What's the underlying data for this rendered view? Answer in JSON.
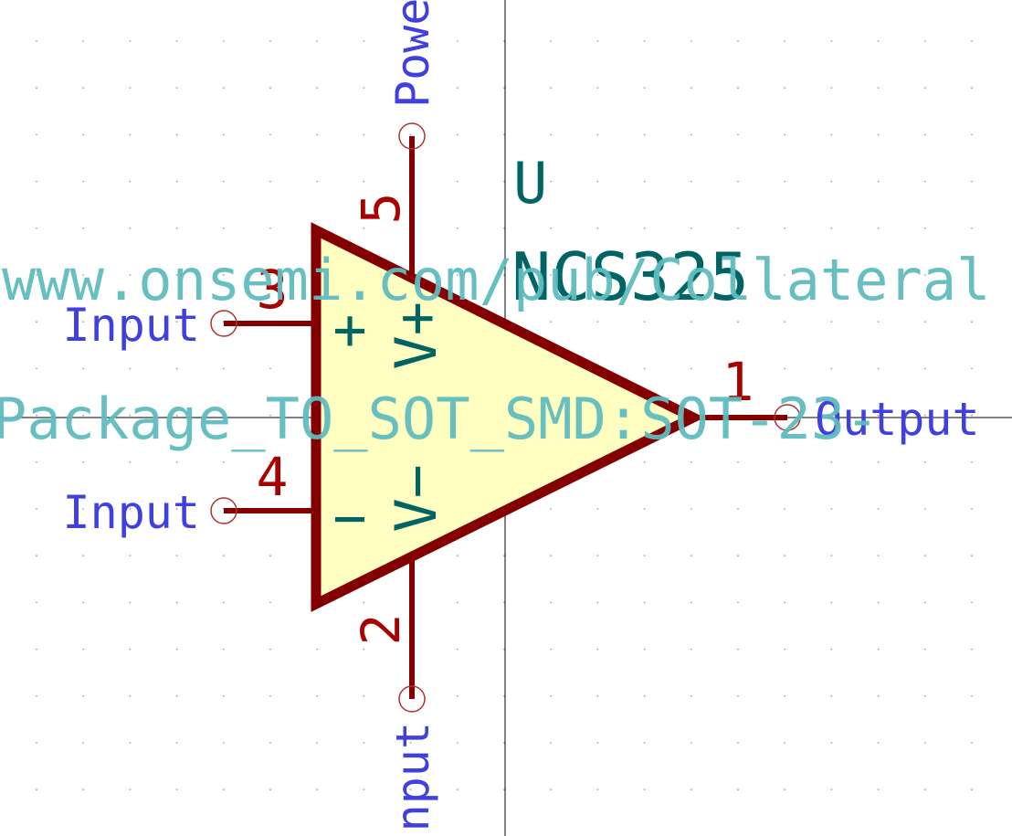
{
  "symbol": {
    "reference": "U",
    "value": "NCS325",
    "datasheet_url": "www.onsemi.com/pub/Collateral",
    "footprint": "Package_TO_SOT_SMD:SOT-23-"
  },
  "pins": {
    "pin1": {
      "number": "1",
      "type": "Output"
    },
    "pin2": {
      "number": "2",
      "type": "Input"
    },
    "pin3": {
      "number": "3",
      "type": "Input"
    },
    "pin4": {
      "number": "4",
      "type": "Input"
    },
    "pin5": {
      "number": "5",
      "type": "Power"
    }
  },
  "labels": {
    "noninverting": "+",
    "inverting": "−",
    "vplus": "V+",
    "vminus": "V−"
  },
  "colors": {
    "body_outline": "#840000",
    "body_fill": "#ffffc2",
    "pin_line": "#840000",
    "pin_number": "#a90000",
    "pin_type": "#4040e0",
    "reference": "#006464",
    "field_hidden": "#5fbcbf",
    "crosshair": "#000000",
    "grid_dot": "#9e9e9e"
  }
}
